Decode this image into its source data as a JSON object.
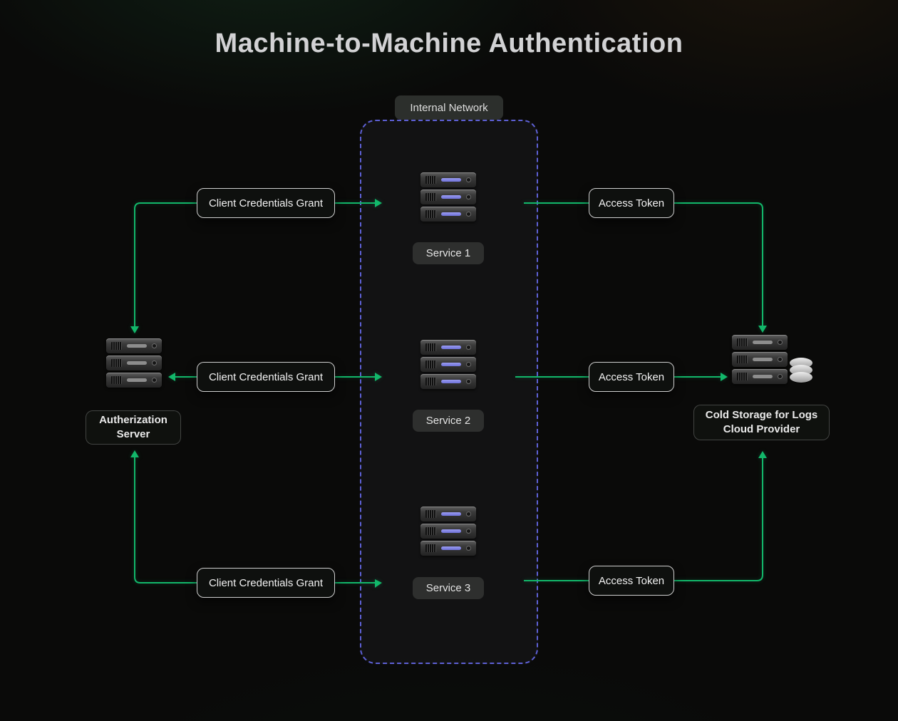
{
  "title": "Machine-to-Machine Authentication",
  "internal_network": {
    "label": "Internal Network"
  },
  "nodes": {
    "auth_server": {
      "line1": "Autherization",
      "line2": "Server"
    },
    "cold_storage": {
      "line1": "Cold Storage for Logs",
      "line2": "Cloud Provider"
    },
    "services": [
      {
        "label": "Service 1"
      },
      {
        "label": "Service 2"
      },
      {
        "label": "Service 3"
      }
    ]
  },
  "edge_labels": {
    "grant": "Client Credentials Grant",
    "token": "Access Token"
  },
  "colors": {
    "arrow_green": "#12b76a",
    "network_border_indigo": "#6366e1",
    "service_slot_purple": "#8183e8"
  }
}
